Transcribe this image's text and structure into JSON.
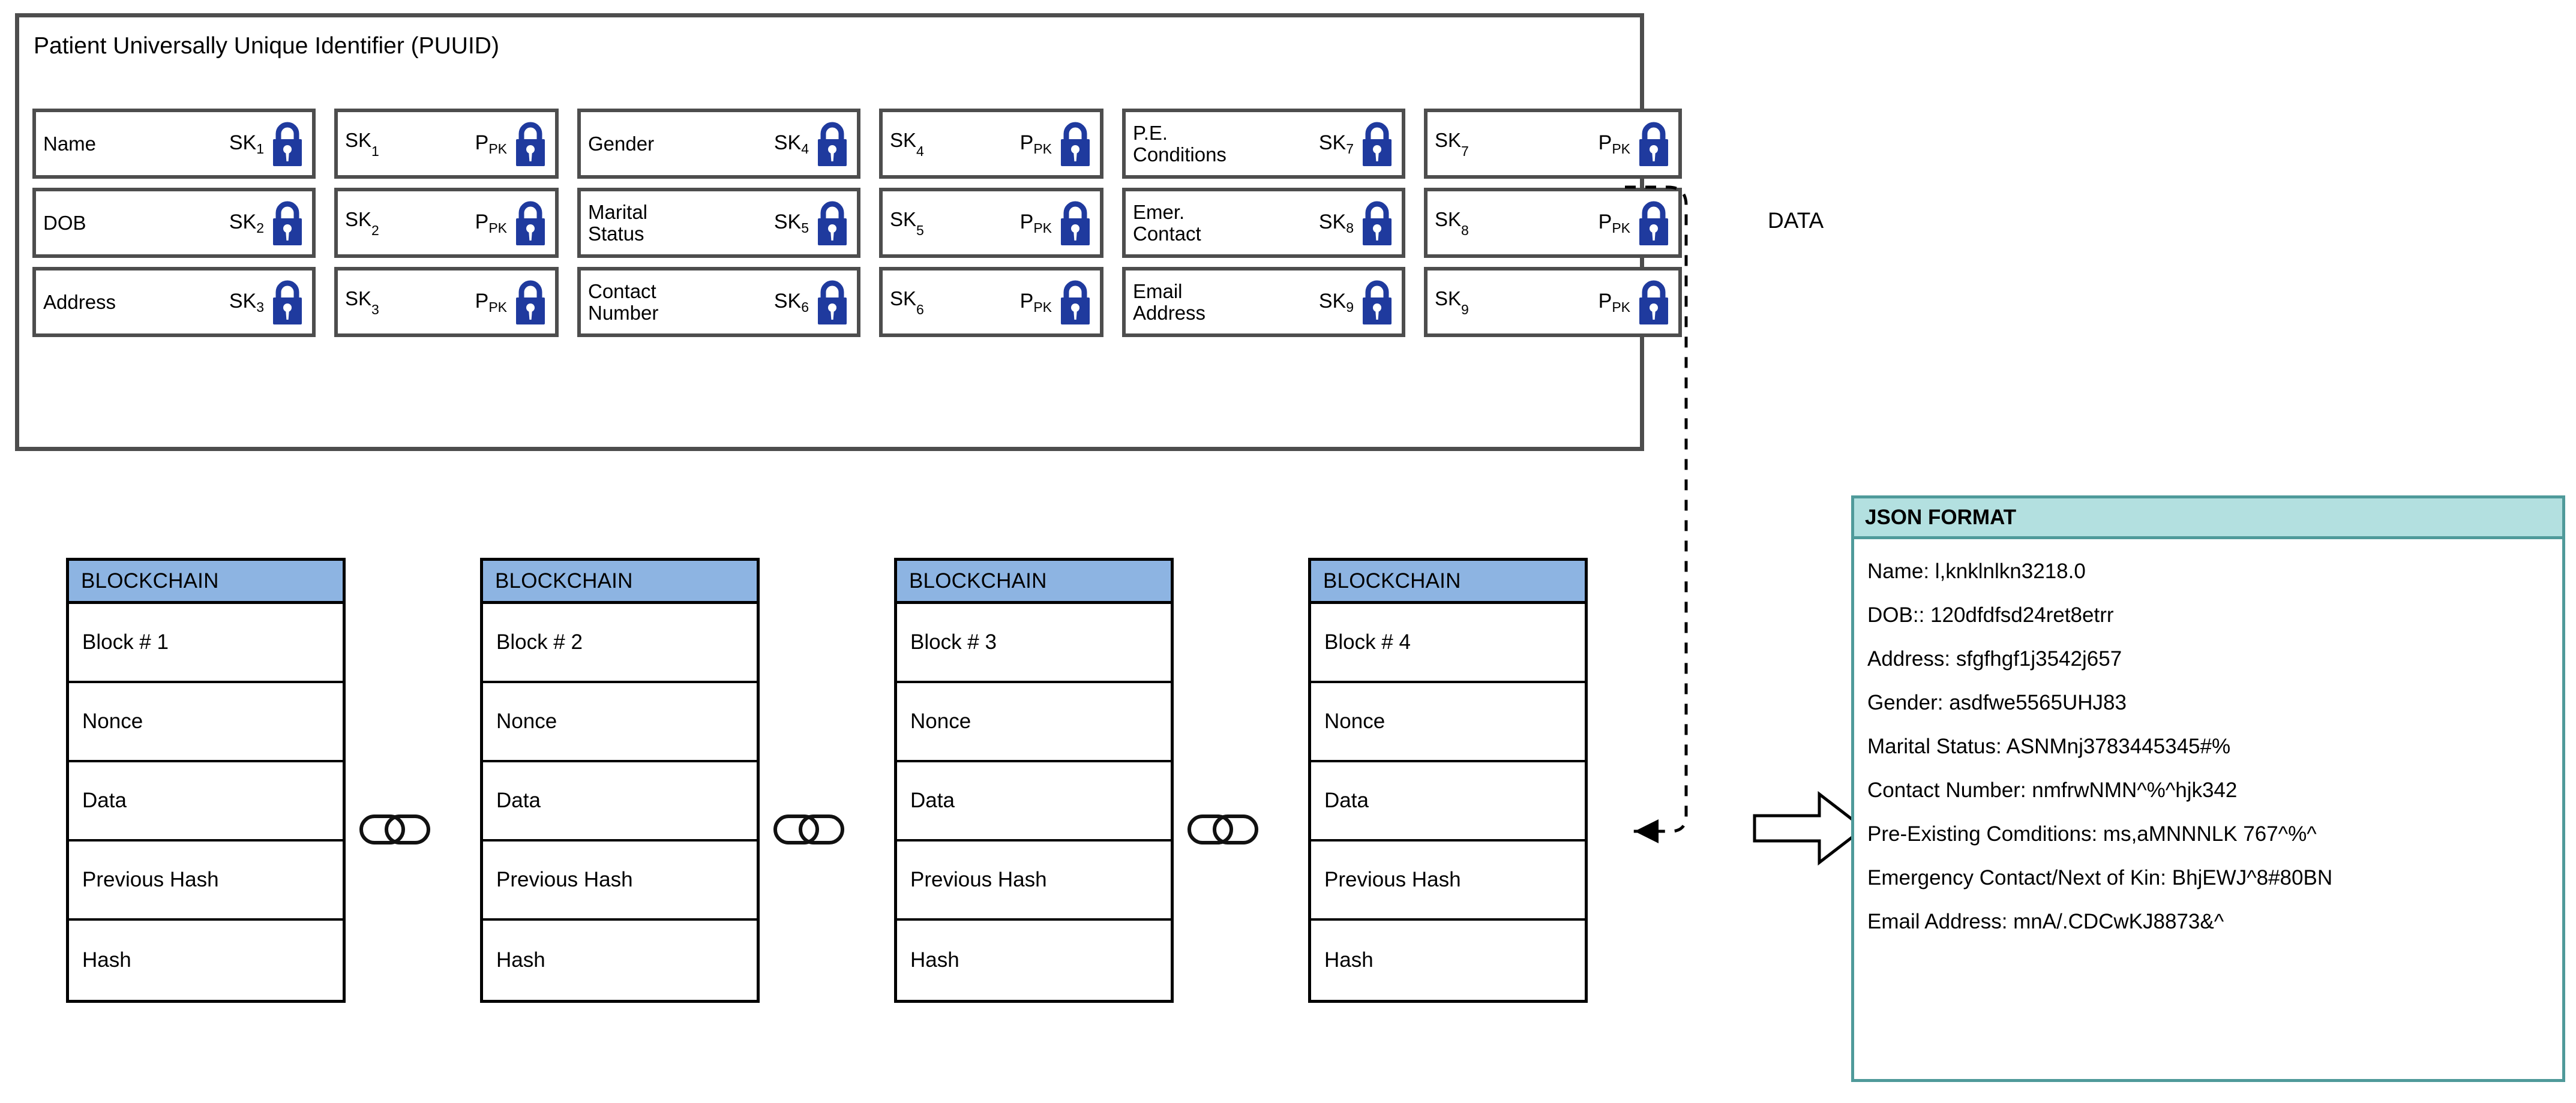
{
  "puuid": {
    "title": "Patient Universally Unique Identifier (PUUID)",
    "cells": [
      {
        "label": "Name",
        "key": "SK",
        "sub": "1",
        "icon": "lock-icon"
      },
      {
        "label": "SK",
        "labelsub": "1",
        "key": "P",
        "sub": "PK",
        "icon": "lock-icon"
      },
      {
        "label": "Gender",
        "key": "SK",
        "sub": "4",
        "icon": "lock-icon"
      },
      {
        "label": "SK",
        "labelsub": "4",
        "key": "P",
        "sub": "PK",
        "icon": "lock-icon"
      },
      {
        "label": "P.E.\nConditions",
        "key": "SK",
        "sub": "7",
        "icon": "lock-icon"
      },
      {
        "label": "SK",
        "labelsub": "7",
        "key": "P",
        "sub": "PK",
        "icon": "lock-icon"
      },
      {
        "label": "DOB",
        "key": "SK",
        "sub": "2",
        "icon": "lock-icon"
      },
      {
        "label": "SK",
        "labelsub": "2",
        "key": "P",
        "sub": "PK",
        "icon": "lock-icon"
      },
      {
        "label": "Marital\nStatus",
        "key": "SK",
        "sub": "5",
        "icon": "lock-icon"
      },
      {
        "label": "SK",
        "labelsub": "5",
        "key": "P",
        "sub": "PK",
        "icon": "lock-icon"
      },
      {
        "label": "Emer.\nContact",
        "key": "SK",
        "sub": "8",
        "icon": "lock-icon"
      },
      {
        "label": "SK",
        "labelsub": "8",
        "key": "P",
        "sub": "PK",
        "icon": "lock-icon"
      },
      {
        "label": "Address",
        "key": "SK",
        "sub": "3",
        "icon": "lock-icon"
      },
      {
        "label": "SK",
        "labelsub": "3",
        "key": "P",
        "sub": "PK",
        "icon": "lock-icon"
      },
      {
        "label": "Contact\nNumber",
        "key": "SK",
        "sub": "6",
        "icon": "lock-icon"
      },
      {
        "label": "SK",
        "labelsub": "6",
        "key": "P",
        "sub": "PK",
        "icon": "lock-icon"
      },
      {
        "label": "Email\nAddress",
        "key": "SK",
        "sub": "9",
        "icon": "lock-icon"
      },
      {
        "label": "SK",
        "labelsub": "9",
        "key": "P",
        "sub": "PK",
        "icon": "lock-icon"
      }
    ]
  },
  "connector": {
    "data_label": "DATA"
  },
  "blockchain": {
    "header_label": "BLOCKCHAIN",
    "row_labels": [
      "Nonce",
      "Data",
      "Previous Hash",
      "Hash"
    ],
    "blocks": [
      {
        "name": "Block # 1"
      },
      {
        "name": "Block # 2"
      },
      {
        "name": "Block # 3"
      },
      {
        "name": "Block # 4"
      }
    ]
  },
  "json_panel": {
    "title": "JSON FORMAT",
    "lines": [
      "Name: l,knklnlkn3218.0",
      "DOB:: 120dfdfsd24ret8etrr",
      "Address: sfgfhgf1j3542j657",
      "Gender: asdfwe5565UHJ83",
      "Marital Status: ASNMnj3783445345#%",
      "Contact Number: nmfrwNMN^%^hjk342",
      "Pre-Existing Comditions: ms,aMNNNLK 767^%^",
      "Emergency Contact/Next of Kin: BhjEWJ^8#80BN",
      "Email Address: mnA/.CDCwKJ8873&^"
    ]
  },
  "colors": {
    "panel_border": "#4d4d4d",
    "lock_blue": "#1f3a9e",
    "block_header_blue": "#8db4e2",
    "json_header_teal": "#b3e0e0",
    "json_border_teal": "#4f9a9a",
    "line_black": "#000000"
  }
}
